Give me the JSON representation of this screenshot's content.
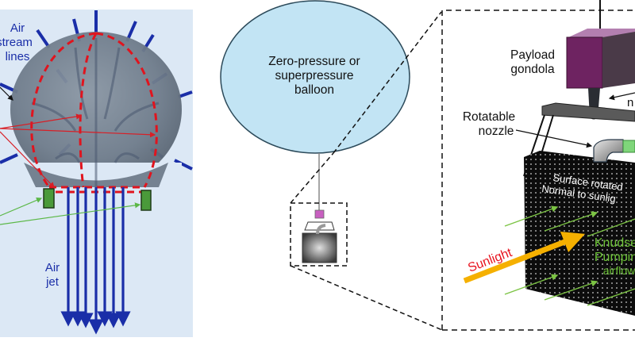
{
  "panel_left": {
    "labels": {
      "air_stream_lines": [
        "Air",
        "stream",
        "lines"
      ],
      "air_jet": [
        "Air",
        "jet"
      ]
    },
    "colors": {
      "background": "#dce8f5",
      "sphere": "#7d8997",
      "streamline": "#1a2ea8",
      "dashed_outline": "#e0141e",
      "pointer_red": "#d81f26",
      "pointer_green": "#5cb848",
      "thruster": "#4a9a3a",
      "pointer_black": "#111111"
    }
  },
  "panel_middle": {
    "balloon_label": [
      "Zero-pressure or",
      "superpressure",
      "balloon"
    ],
    "colors": {
      "balloon_fill": "#c2e4f4",
      "balloon_stroke": "#2c4a5a",
      "gondola": "#c85fc0"
    }
  },
  "panel_right": {
    "labels": {
      "payload": [
        "Payload",
        "gondola"
      ],
      "nozzle": [
        "Rotatable",
        "nozzle"
      ],
      "nozzle_cut": "n",
      "surface": [
        "Surface rotated",
        "Normal to sunlig"
      ],
      "knudsen": [
        "Knudse",
        "Pumpin",
        "airflow"
      ],
      "sunlight": "Sunlight"
    },
    "colors": {
      "payload_front": "#6e2361",
      "payload_top": "#b37fb0",
      "payload_side": "#4a3a48",
      "panel": "#0c0c0c",
      "sunlight_arrow": "#f5b000",
      "sunlight_text": "#e8131f",
      "knudsen_text": "#6cc236",
      "airflow_arrow": "#7cc444",
      "pipe_green": "#7fd67a"
    }
  }
}
